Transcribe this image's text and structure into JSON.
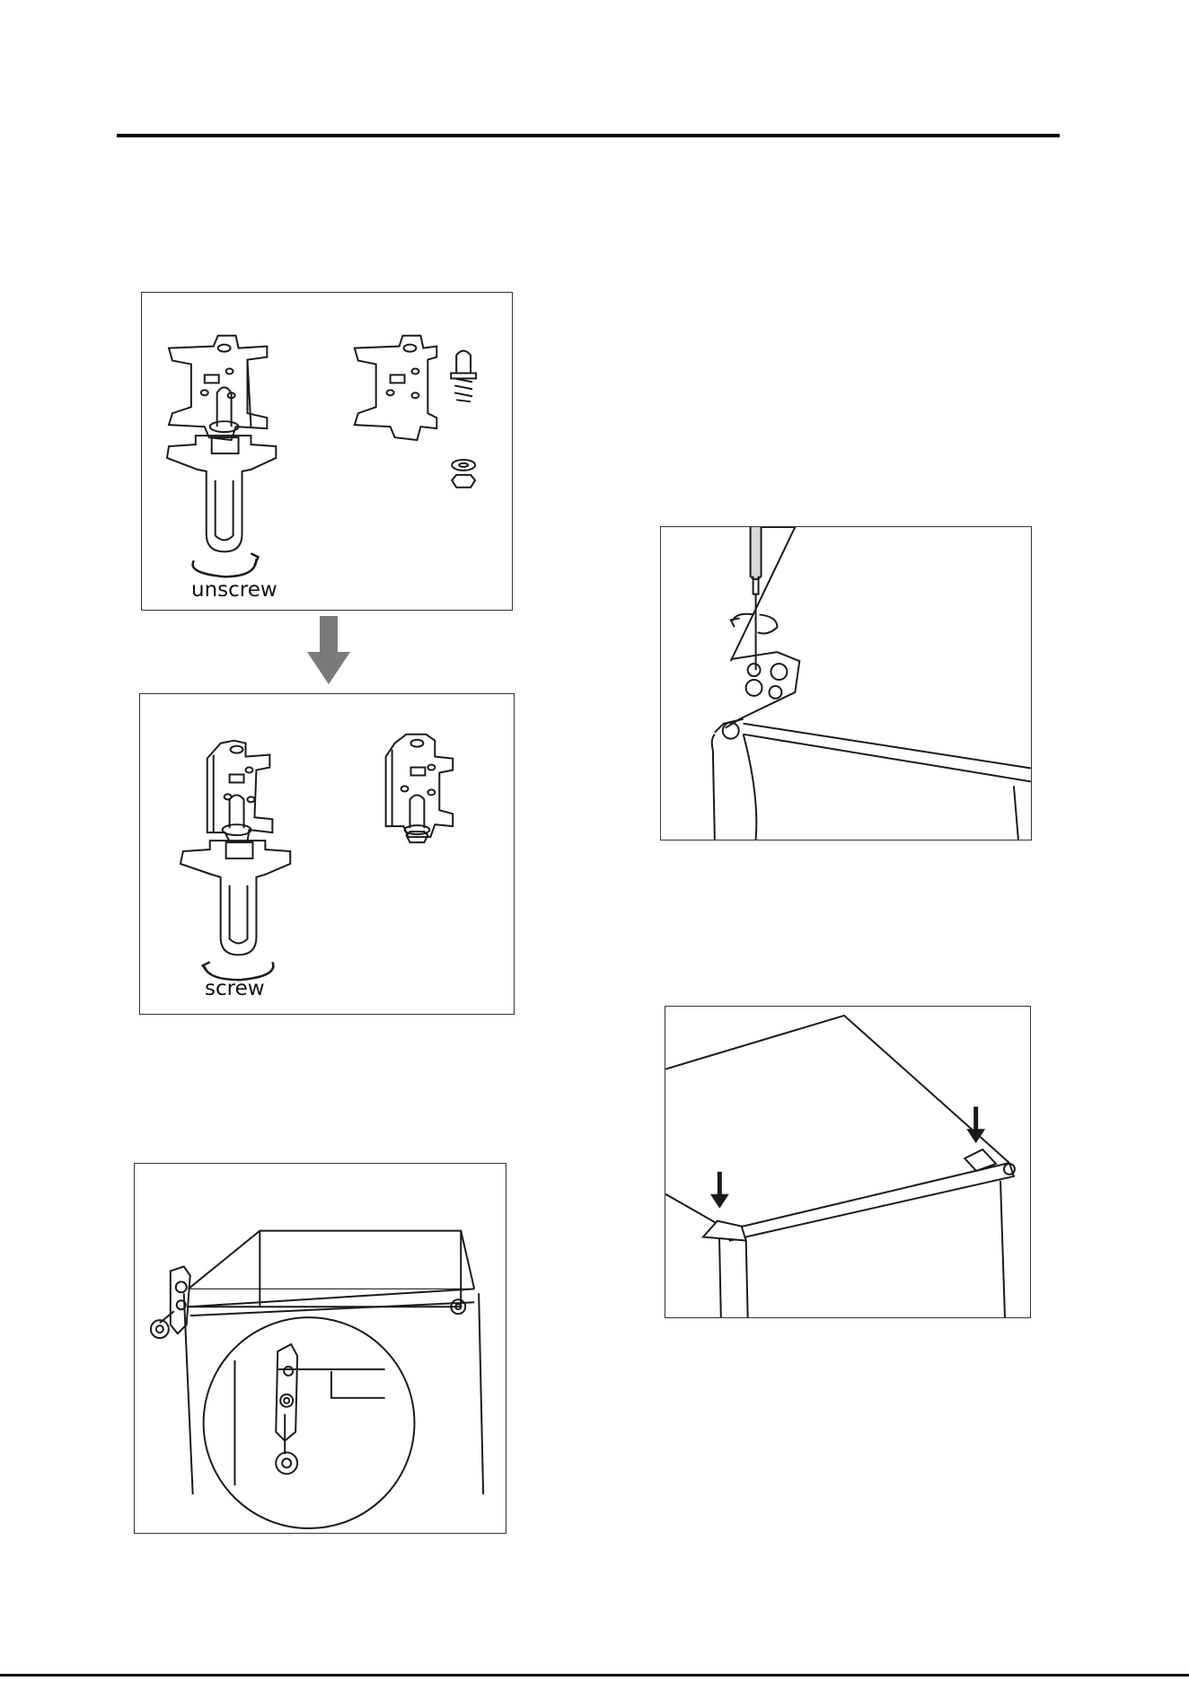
{
  "page": {
    "type": "instruction-illustrations"
  },
  "figures": {
    "hinge_swap": {
      "top_label": "unscrew",
      "bottom_label": "screw"
    },
    "hinge_install": {},
    "top_hinge_screw": {},
    "top_cover": {}
  },
  "colors": {
    "line": "#1a1a1a",
    "arrow_gray": "#7a7a7a",
    "shade": "#d9d9d9"
  },
  "icons": [
    "down-arrow-icon",
    "rotate-arrow-icon",
    "wrench-icon",
    "screwdriver-icon"
  ]
}
